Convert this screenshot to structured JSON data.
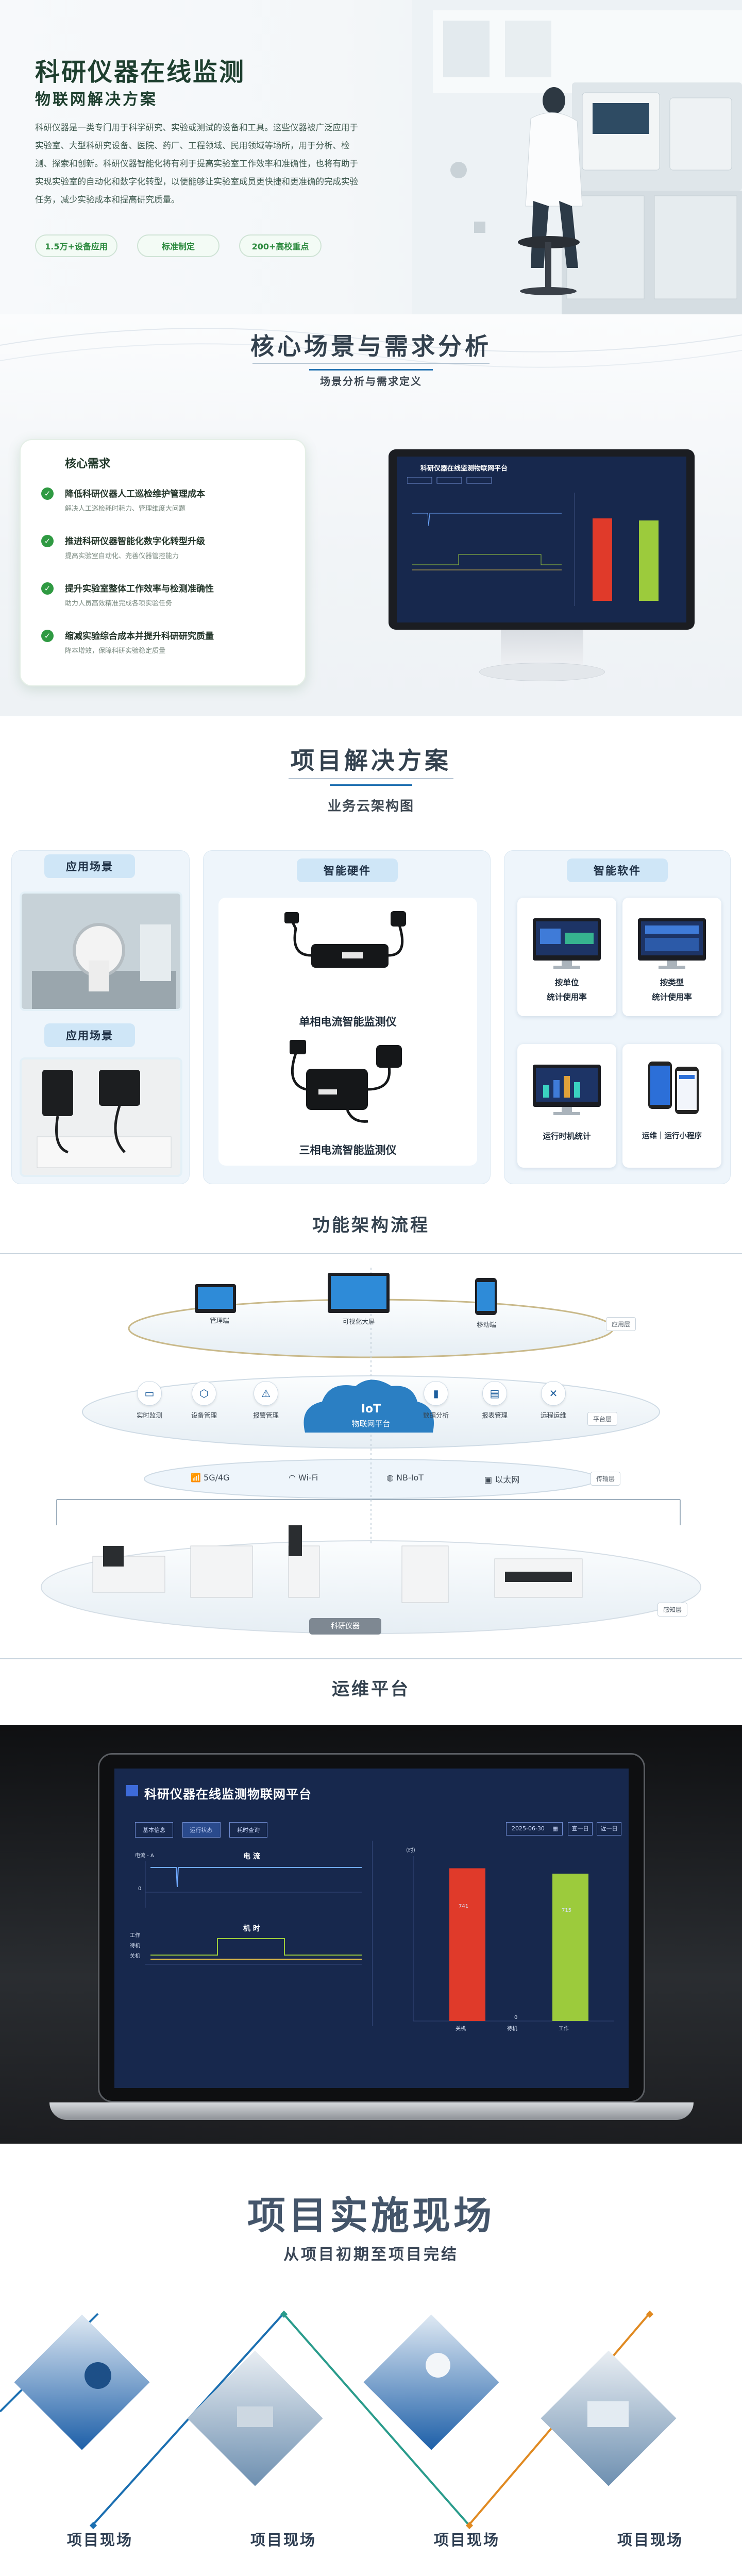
{
  "hero": {
    "title": "科研仪器在线监测",
    "subtitle": "物联网解决方案",
    "description": "科研仪器是一类专门用于科学研究、实验或测试的设备和工具。这些仪器被广泛应用于实验室、大型科研究设备、医院、药厂、工程领域、民用领域等场所，用于分析、检测、探索和创新。科研仪器智能化将有利于提高实验室工作效率和准确性，也将有助于实现实验室的自动化和数字化转型，以便能够让实验室成员更快捷和更准确的完成实验任务，减少实验成本和提高研究质量。",
    "tags": [
      "1.5万+设备应用",
      "标准制定",
      "200+高校重点"
    ]
  },
  "section_needs": {
    "title": "核心场景与需求分析",
    "subtitle": "场景分析与需求定义",
    "card_title": "核心需求",
    "items": [
      {
        "title": "降低科研仪器人工巡检维护管理成本",
        "desc": "解决人工巡检耗时耗力、管理维度大问题"
      },
      {
        "title": "推进科研仪器智能化数字化转型升级",
        "desc": "提高实验室自动化、完善仪器管控能力"
      },
      {
        "title": "提升实验室整体工作效率与检测准确性",
        "desc": "助力人员高效精准完成各项实验任务"
      },
      {
        "title": "缩减实验综合成本并提升科研研究质量",
        "desc": "降本增效，保障科研实验稳定质量"
      }
    ],
    "monitor_title": "科研仪器在线监测物联网平台"
  },
  "section_solution": {
    "title": "项目解决方案",
    "subtitle": "业务云架构图",
    "scene_label_1": "应用场景",
    "scene_label_2": "应用场景",
    "hardware_label": "智能硬件",
    "hardware_1": "单相电流智能监测仪",
    "hardware_2": "三相电流智能监测仪",
    "software_label": "智能软件",
    "software": [
      {
        "line1": "按单位",
        "line2": "统计使用率"
      },
      {
        "line1": "按类型",
        "line2": "统计使用率"
      },
      {
        "line1": "运行时机统计",
        "line2": ""
      },
      {
        "line1": "运维｜运行小程序",
        "line2": ""
      }
    ]
  },
  "section_arch": {
    "title": "功能架构流程",
    "app_nodes": [
      "管理端",
      "可视化大屏",
      "移动端"
    ],
    "app_layer": "应用层",
    "platform_nodes": [
      "实时监测",
      "设备管理",
      "报警管理",
      "数据分析",
      "报表管理",
      "远程运维"
    ],
    "platform_center_1": "IoT",
    "platform_center_2": "物联网平台",
    "platform_layer": "平台层",
    "transport_nodes": [
      "5G/4G",
      "Wi-Fi",
      "NB-IoT",
      "以太网"
    ],
    "transport_layer": "传输层",
    "sense_layer": "感知层",
    "device_label": "科研仪器"
  },
  "section_ops": {
    "title": "运维平台",
    "screen_title": "科研仪器在线监测物联网平台",
    "tabs": [
      "基本信息",
      "运行状态",
      "耗时查询"
    ],
    "date": "2025-06-30",
    "buttons": [
      "查一日",
      "近一日"
    ],
    "chart1_title": "电 流",
    "chart2_title": "机 时",
    "bar_values": [
      "741",
      "0",
      "715"
    ],
    "bar_cats": [
      "关机",
      "待机",
      "工作"
    ],
    "y_unit": "（时）",
    "left_y": [
      "0",
      "电流 - A"
    ],
    "state_labels": [
      "工作",
      "待机",
      "关机"
    ]
  },
  "section_sites": {
    "title": "项目实施现场",
    "subtitle": "从项目初期至项目完结",
    "label": "项目现场"
  },
  "colors": {
    "accent_green": "#2f9a42",
    "accent_blue": "#1e6fb0",
    "dash_bg": "#17284d",
    "bar_red": "#e03a2a",
    "bar_green": "#9ccb3c"
  }
}
